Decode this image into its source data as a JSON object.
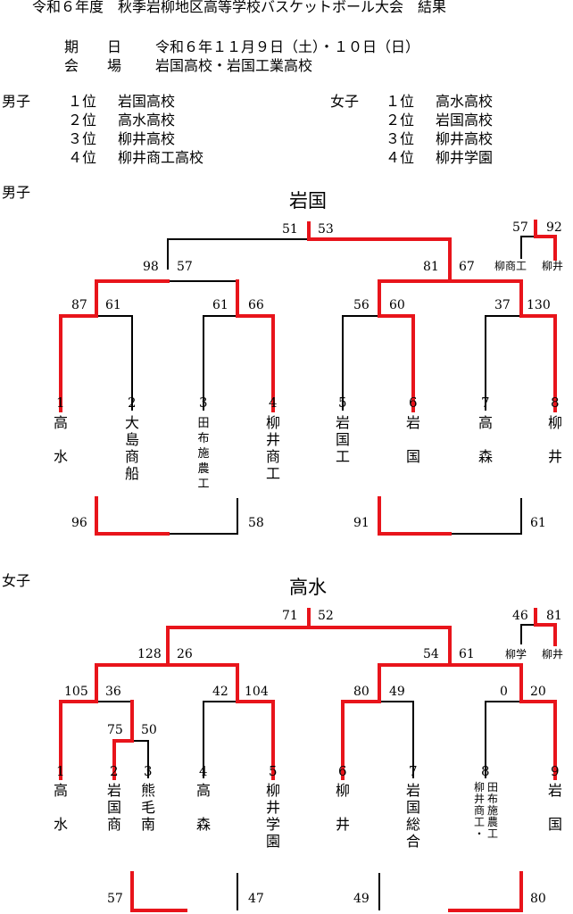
{
  "header": {
    "title": "令和６年度　秋季岩柳地区高等学校バスケットボール大会　結果",
    "date_label": "期　　日",
    "date_value": "令和６年１１月９日（土）・１０日（日）",
    "venue_label": "会　　場",
    "venue_value": "岩国高校・岩国工業高校"
  },
  "results": {
    "boys_label": "男子",
    "girls_label": "女子",
    "boys": [
      {
        "rank": "１位",
        "team": "岩国高校"
      },
      {
        "rank": "２位",
        "team": "高水高校"
      },
      {
        "rank": "３位",
        "team": "柳井高校"
      },
      {
        "rank": "４位",
        "team": "柳井商工高校"
      }
    ],
    "girls": [
      {
        "rank": "１位",
        "team": "高水高校"
      },
      {
        "rank": "２位",
        "team": "岩国高校"
      },
      {
        "rank": "３位",
        "team": "柳井高校"
      },
      {
        "rank": "４位",
        "team": "柳井学園"
      }
    ]
  },
  "boys_bracket": {
    "section_label": "男子",
    "champion": "岩国",
    "scores": {
      "final_left": "51",
      "final_right": "53",
      "semi_left_a": "98",
      "semi_left_b": "57",
      "semi_right_a": "81",
      "semi_right_b": "67",
      "r1_1": "87",
      "r1_2": "61",
      "r1_3": "61",
      "r1_4": "66",
      "r1_5": "56",
      "r1_6": "60",
      "r1_7": "37",
      "r1_8": "130",
      "pre_a": "57",
      "pre_b": "92",
      "third_left_a": "96",
      "third_left_b": "58",
      "third_right_a": "91",
      "third_right_b": "61"
    },
    "pre_labels": {
      "a": "柳商工",
      "b": "柳井"
    },
    "teams": [
      {
        "num": "1",
        "name": [
          "高",
          "",
          "水"
        ]
      },
      {
        "num": "2",
        "name": [
          "大",
          "島",
          "商",
          "船"
        ]
      },
      {
        "num": "3",
        "name": [
          "田",
          "布",
          "施",
          "農",
          "工"
        ]
      },
      {
        "num": "4",
        "name": [
          "柳",
          "井",
          "商",
          "工"
        ]
      },
      {
        "num": "5",
        "name": [
          "岩",
          "国",
          "工"
        ]
      },
      {
        "num": "6",
        "name": [
          "岩",
          "",
          "国"
        ]
      },
      {
        "num": "7",
        "name": [
          "高",
          "",
          "森"
        ]
      },
      {
        "num": "8",
        "name": [
          "柳",
          "",
          "井"
        ]
      }
    ]
  },
  "girls_bracket": {
    "section_label": "女子",
    "champion": "高水",
    "scores": {
      "final_left": "71",
      "final_right": "52",
      "semi_left_a": "128",
      "semi_left_b": "26",
      "semi_right_a": "54",
      "semi_right_b": "61",
      "r1_a": "105",
      "r1_b": "36",
      "r1_c": "42",
      "r1_d": "104",
      "r1_e": "80",
      "r1_f": "49",
      "r1_g": "0",
      "r1_h": "20",
      "pre_left_a": "75",
      "pre_left_b": "50",
      "pre_a": "46",
      "pre_b": "81",
      "third_left_a": "57",
      "third_left_b": "47",
      "third_right_a": "49",
      "third_right_b": "80"
    },
    "pre_labels": {
      "a": "柳学",
      "b": "柳井"
    },
    "teams": [
      {
        "num": "1",
        "name": [
          "高",
          "",
          "水"
        ]
      },
      {
        "num": "2",
        "name": [
          "岩",
          "国",
          "商"
        ]
      },
      {
        "num": "3",
        "name": [
          "熊",
          "毛",
          "南"
        ]
      },
      {
        "num": "4",
        "name": [
          "高",
          "",
          "森"
        ]
      },
      {
        "num": "5",
        "name": [
          "柳",
          "井",
          "学",
          "園"
        ]
      },
      {
        "num": "6",
        "name": [
          "柳",
          "",
          "井"
        ]
      },
      {
        "num": "7",
        "name": [
          "岩",
          "国",
          "総",
          "合"
        ]
      },
      {
        "num": "8",
        "name_a": [
          "柳",
          "井",
          "商",
          "工",
          "・"
        ],
        "name_b": [
          "田",
          "布",
          "施",
          "農",
          "工"
        ]
      },
      {
        "num": "9",
        "name": [
          "岩",
          "",
          "国"
        ]
      }
    ]
  },
  "colors": {
    "win": "#e8141b",
    "line": "#000000"
  }
}
